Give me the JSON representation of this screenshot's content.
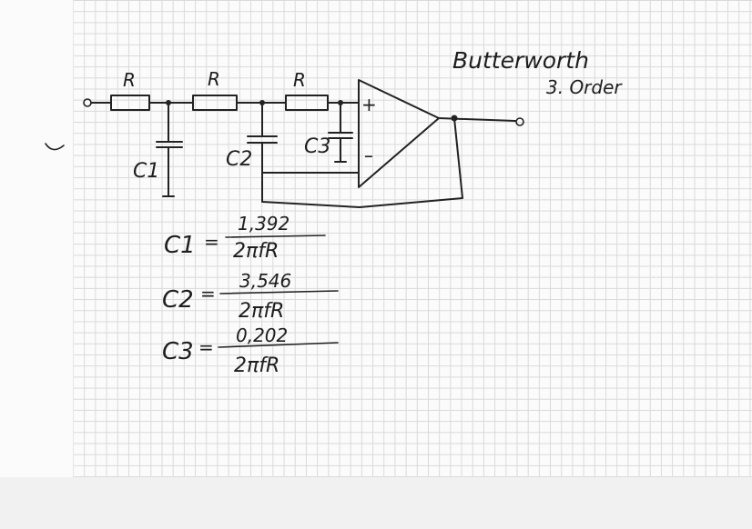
{
  "title": {
    "line1": "Butterworth",
    "line2": "3. Order"
  },
  "circuit": {
    "resistor_label": "R",
    "capacitors": [
      "C1",
      "C2",
      "C3"
    ],
    "opamp_plus": "+",
    "opamp_minus": "–"
  },
  "equations": [
    {
      "lhs": "C1",
      "eq": "=",
      "numerator": "1,392",
      "denominator": "2πfR"
    },
    {
      "lhs": "C2",
      "eq": "=",
      "numerator": "3,546",
      "denominator": "2πfR"
    },
    {
      "lhs": "C3",
      "eq": "=",
      "numerator": "0,202",
      "denominator": "2πfR"
    }
  ]
}
